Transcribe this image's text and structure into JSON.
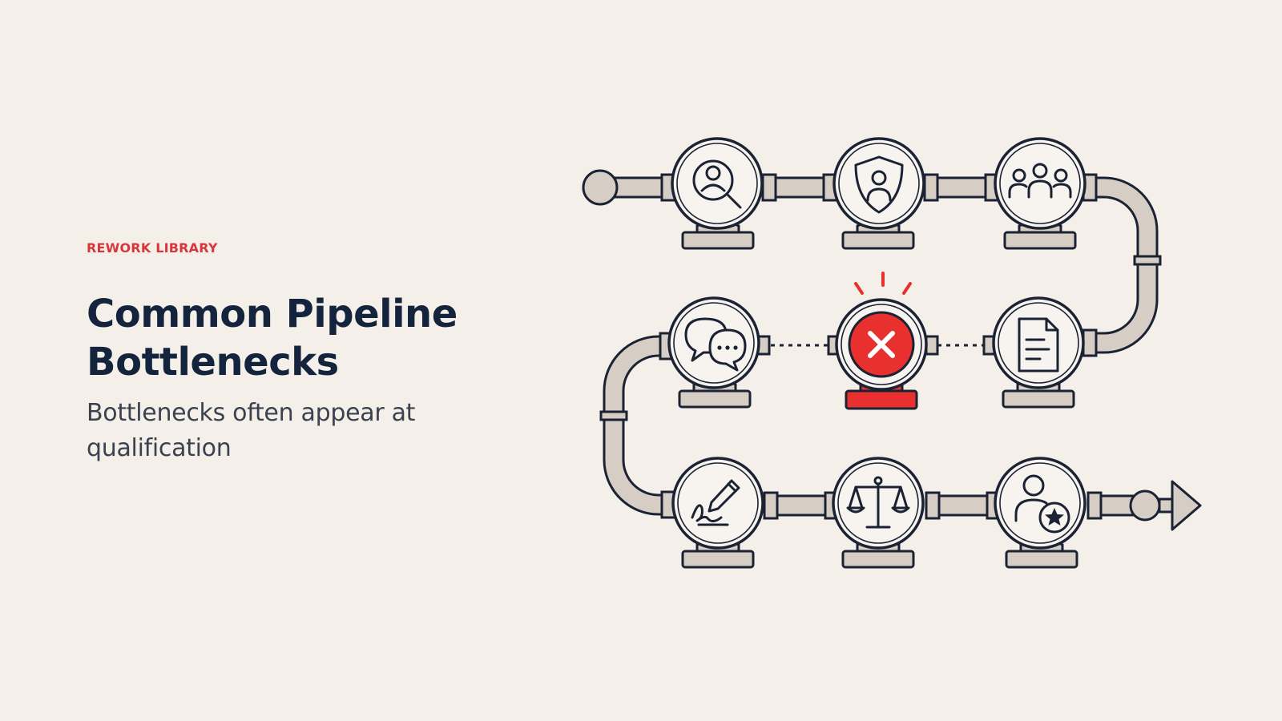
{
  "header": {
    "eyebrow": "REWORK LIBRARY",
    "title": "Common Pipeline Bottlenecks",
    "subtitle": "Bottlenecks often appear at qualification"
  },
  "diagram": {
    "stages": [
      {
        "icon": "user-search-icon"
      },
      {
        "icon": "shield-user-icon"
      },
      {
        "icon": "group-icon"
      },
      {
        "icon": "document-icon"
      },
      {
        "icon": "error-x-icon",
        "status": "bottleneck"
      },
      {
        "icon": "chat-bubbles-icon"
      },
      {
        "icon": "signature-pen-icon"
      },
      {
        "icon": "scales-icon"
      },
      {
        "icon": "user-star-icon"
      }
    ],
    "colors": {
      "outline": "#1a2233",
      "pipe": "#d6cec4",
      "node_fill": "#f7f4ef",
      "alert": "#e8312f",
      "eyebrow": "#d8363d",
      "title": "#14243d"
    }
  }
}
